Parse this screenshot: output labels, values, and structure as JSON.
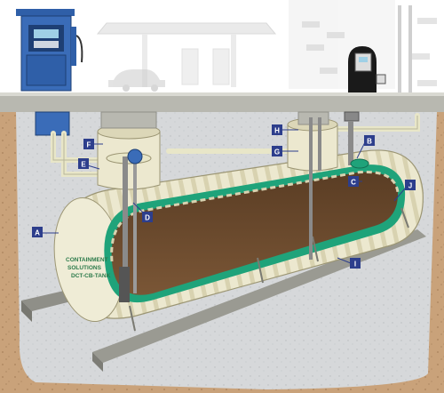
{
  "colors": {
    "callout_bg": "#2d3e8c",
    "callout_text": "#ffffff",
    "soil": "#c9a27a",
    "backfill": "#d6d8da",
    "tank_shell": "#ece8cf",
    "tank_interior": "#6b4a2e",
    "secondary_wall": "#1fa37a",
    "dispenser": "#2f5fa8",
    "concrete": "#9a9a92",
    "pipe": "#e8e6c8",
    "tank_brand_text": "#2b7a4a"
  },
  "callouts": [
    {
      "id": "A",
      "label": "A"
    },
    {
      "id": "B",
      "label": "B"
    },
    {
      "id": "C",
      "label": "C"
    },
    {
      "id": "D",
      "label": "D"
    },
    {
      "id": "E",
      "label": "E"
    },
    {
      "id": "F",
      "label": "F"
    },
    {
      "id": "G",
      "label": "G"
    },
    {
      "id": "H",
      "label": "H"
    },
    {
      "id": "I",
      "label": "I"
    },
    {
      "id": "J",
      "label": "J"
    }
  ],
  "tank_branding": {
    "line1": "CONTAINMENT",
    "line2": "SOLUTIONS",
    "line3": "DCT-CB-TANK"
  },
  "icons": [
    "fuel-dispenser-icon",
    "atg-console-icon",
    "gas-station-canopy-icon",
    "car-icon"
  ]
}
